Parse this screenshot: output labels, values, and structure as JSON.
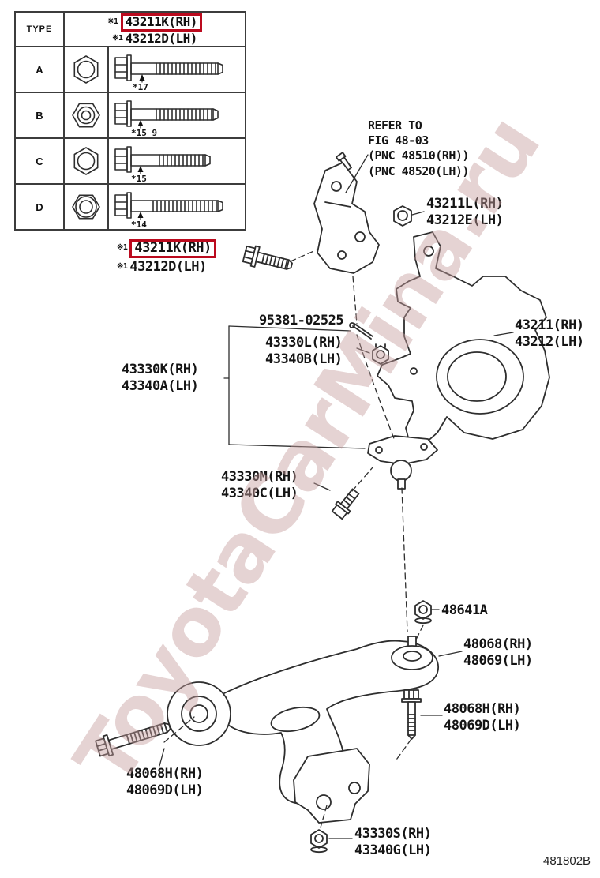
{
  "watermark": "ToyotaCarMina.ru",
  "diagram_code": "481802B",
  "table": {
    "type_header": "TYPE",
    "note": "※1",
    "part_rh": "43211K(RH)",
    "part_lh": "43212D(LH)",
    "rows": [
      {
        "type": "A",
        "dim": "*17"
      },
      {
        "type": "B",
        "dim": "*15 9"
      },
      {
        "type": "C",
        "dim": "*15"
      },
      {
        "type": "D",
        "dim": "*14"
      }
    ]
  },
  "callouts": {
    "refer_to": {
      "l1": "REFER TO",
      "l2": "FIG 48-03",
      "l3": "(PNC 48510(RH))",
      "l4": "(PNC 48520(LH))"
    },
    "knuckle_nut": {
      "l1": "43211L(RH)",
      "l2": "43212E(LH)"
    },
    "bracket_bolt": {
      "note": "※1",
      "rh": "43211K(RH)",
      "lh": "43212D(LH)"
    },
    "cotter_pin": {
      "l1": "95381-02525"
    },
    "balljoint_nut": {
      "l1": "43330L(RH)",
      "l2": "43340B(LH)"
    },
    "balljoint_assy": {
      "l1": "43330K(RH)",
      "l2": "43340A(LH)"
    },
    "knuckle": {
      "l1": "43211(RH)",
      "l2": "43212(LH)"
    },
    "balljoint_bolt": {
      "l1": "43330M(RH)",
      "l2": "43340C(LH)"
    },
    "arm_stud_nut": {
      "l1": "48641A"
    },
    "lower_arm": {
      "l1": "48068(RH)",
      "l2": "48069(LH)"
    },
    "arm_bolt_front": {
      "l1": "48068H(RH)",
      "l2": "48069D(LH)"
    },
    "arm_bolt_rear": {
      "l1": "48068H(RH)",
      "l2": "48069D(LH)"
    },
    "arm_rear_nut": {
      "l1": "43330S(RH)",
      "l2": "43340G(LH)"
    }
  }
}
